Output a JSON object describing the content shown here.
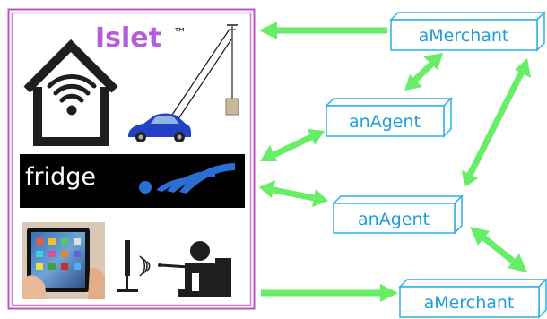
{
  "colors": {
    "panel_border": "#c050c8",
    "islet_text": "#b45ce0",
    "box_stroke": "#2ab0e6",
    "box_text": "#1d9fd6",
    "arrow": "#66ee66",
    "fridge_bg": "#000000",
    "fridge_waves": "#2b6fd6"
  },
  "icons": [
    "house-wifi-icon",
    "car-icon",
    "antenna-mast-icon",
    "tablet-photo",
    "radio-remote-icon",
    "person-at-desk-icon"
  ],
  "panel": {
    "islet_title": "Islet",
    "trademark": "™",
    "fridge_label": "fridge"
  },
  "nodes": {
    "merchant_top": "aMerchant",
    "agent_upper": "anAgent",
    "agent_lower": "anAgent",
    "merchant_bottom": "aMerchant"
  }
}
